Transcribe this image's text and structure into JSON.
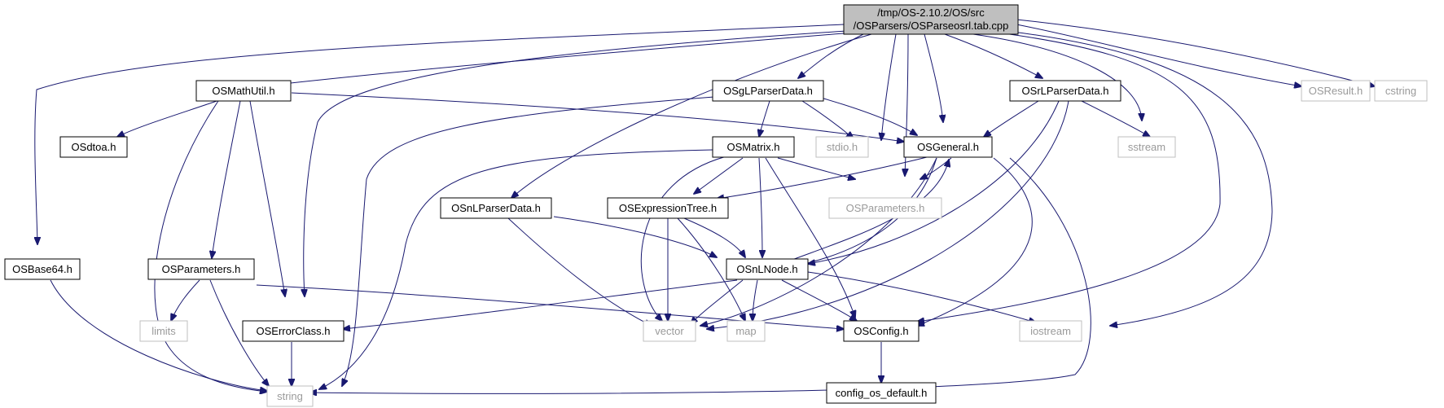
{
  "root": {
    "line1": "/tmp/OS-2.10.2/OS/src",
    "line2": "/OSParsers/OSParseosrl.tab.cpp"
  },
  "nodes": {
    "OSMathUtil": "OSMathUtil.h",
    "OSgLParserData": "OSgLParserData.h",
    "OSrLParserData": "OSrLParserData.h",
    "OSResult": "OSResult.h",
    "cstring": "cstring",
    "OSdtoa": "OSdtoa.h",
    "stdio": "stdio.h",
    "OSGeneral": "OSGeneral.h",
    "sstream": "sstream",
    "OSMatrix": "OSMatrix.h",
    "OSnLParserData": "OSnLParserData.h",
    "OSExpressionTree": "OSExpressionTree.h",
    "OSParametersGray": "OSParameters.h",
    "OSBase64": "OSBase64.h",
    "OSParameters": "OSParameters.h",
    "OSnLNode": "OSnLNode.h",
    "limits": "limits",
    "OSErrorClass": "OSErrorClass.h",
    "vector": "vector",
    "map": "map",
    "OSConfig": "OSConfig.h",
    "iostream": "iostream",
    "config_os_default": "config_os_default.h",
    "string": "string"
  },
  "colors": {
    "edge": "#191970",
    "root_fill": "#bfbfbf",
    "node_border": "#000000",
    "external_border": "#bfbfbf",
    "external_text": "#9a9a9a"
  }
}
